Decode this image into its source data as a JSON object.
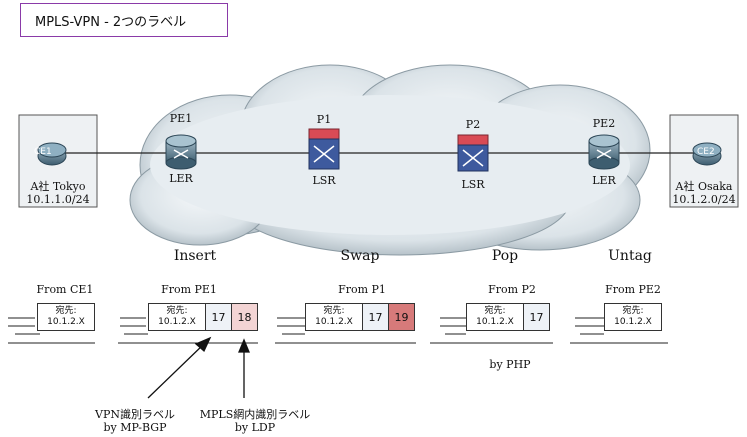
{
  "title": "MPLS-VPN - 2つのラベル",
  "sites": {
    "left": {
      "router": "CE1",
      "company": "A社 Tokyo",
      "network": "10.1.1.0/24"
    },
    "right": {
      "router": "CE2",
      "company": "A社 Osaka",
      "network": "10.1.2.0/24"
    }
  },
  "routers": [
    {
      "name": "PE1",
      "role": "LER"
    },
    {
      "name": "P1",
      "role": "LSR"
    },
    {
      "name": "P2",
      "role": "LSR"
    },
    {
      "name": "PE2",
      "role": "LER"
    }
  ],
  "stages": [
    "Insert",
    "Swap",
    "Pop",
    "Untag"
  ],
  "packets": [
    {
      "from": "From CE1",
      "dest_label": "宛先:",
      "dest_ip": "10.1.2.X",
      "labels": []
    },
    {
      "from": "From PE1",
      "dest_label": "宛先:",
      "dest_ip": "10.1.2.X",
      "labels": [
        "17",
        "18"
      ]
    },
    {
      "from": "From P1",
      "dest_label": "宛先:",
      "dest_ip": "10.1.2.X",
      "labels": [
        "17",
        "19"
      ]
    },
    {
      "from": "From P2",
      "dest_label": "宛先:",
      "dest_ip": "10.1.2.X",
      "labels": [
        "17"
      ]
    },
    {
      "from": "From PE2",
      "dest_label": "宛先:",
      "dest_ip": "10.1.2.X",
      "labels": []
    }
  ],
  "notes": {
    "php": "by PHP",
    "vpn_label_line1": "VPN識別ラベル",
    "vpn_label_line2": "by MP-BGP",
    "mpls_label_line1": "MPLS網内識別ラベル",
    "mpls_label_line2": "by LDP"
  },
  "colors": {
    "title_border": "#8a3aa8",
    "label_pink": "#f3d4d4",
    "label_red": "#d77a7a",
    "label_plain": "#eef2f7"
  }
}
